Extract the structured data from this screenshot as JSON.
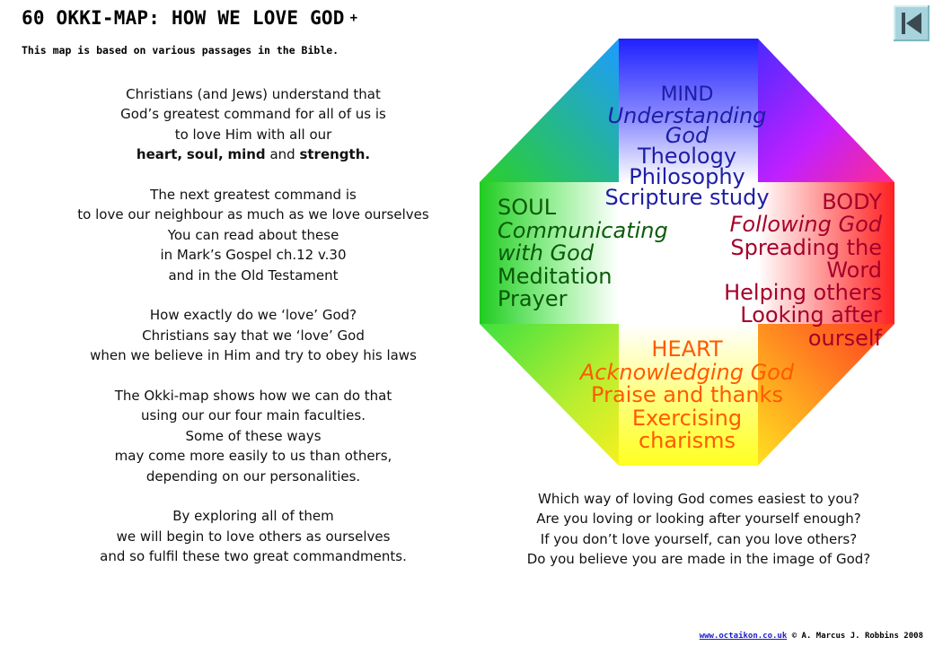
{
  "title": "60 OKKI-MAP: HOW WE LOVE GOD",
  "title_suffix": "+",
  "subtitle": "This map is based on various passages in the Bible.",
  "intro": {
    "p1": {
      "l1": "Christians (and Jews) understand that",
      "l2": "God’s greatest command for all of us is",
      "l3": "to love Him with all our",
      "heart": "heart,",
      "soul": "soul,",
      "mind": "mind",
      "and": "and",
      "strength": "strength."
    },
    "p2": [
      "The next greatest command is",
      "to love our neighbour as much as we love ourselves",
      "You can read about these",
      "in Mark’s Gospel ch.12 v.30",
      "and in the Old Testament"
    ],
    "p3": [
      "How exactly do we ‘love’ God?",
      "Christians say that we ‘love’ God",
      "when we believe in Him and try to obey his laws"
    ],
    "p4": [
      "The Okki-map shows how we can do that",
      "using our our four main faculties.",
      "Some of these ways",
      "may come more easily to us than others,",
      "depending on our personalities."
    ],
    "p5": [
      "By exploring all of them",
      "we will begin to love others as ourselves",
      "and so fulfil these two great commandments."
    ]
  },
  "okki_map": {
    "colors": {
      "mind": "#2020ff",
      "soul": "#22cc22",
      "body": "#ff2020",
      "heart": "#ffff20",
      "mind_text": "#1d1da6",
      "soul_text": "#0a5a0a",
      "body_text": "#a5002a",
      "heart_text": "#ff5a00"
    },
    "mind": {
      "heading": "MIND",
      "items": [
        "Understanding",
        "God",
        "Theology",
        "Philosophy",
        "Scripture study"
      ]
    },
    "soul": {
      "heading": "SOUL",
      "items": [
        "Communicating",
        "with God",
        "Meditation",
        "Prayer"
      ]
    },
    "body": {
      "heading": "BODY",
      "items": [
        "Following God",
        "Spreading the",
        "Word",
        "Helping others",
        "Looking after",
        "ourself"
      ]
    },
    "heart": {
      "heading": "HEART",
      "items": [
        "Acknowledging God",
        "Praise and thanks",
        "Exercising",
        "charisms"
      ]
    }
  },
  "questions": [
    "Which way of loving God comes easiest to you?",
    "Are you loving or looking after yourself enough?",
    "If you don’t love yourself, can you love others?",
    "Do you believe you are made in the image of God?"
  ],
  "footer": {
    "link": "www.octaikon.co.uk",
    "copyright": "© A. Marcus J. Robbins 2008"
  },
  "icons": {
    "back": "skip-back-icon"
  }
}
